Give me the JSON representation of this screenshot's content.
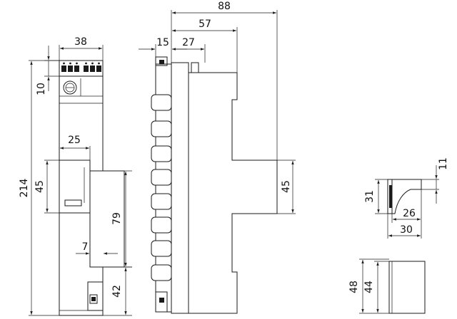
{
  "front_view": {
    "overall_height": "214",
    "width": "38",
    "top_section": "10",
    "window_width": "25",
    "window_height": "45",
    "side_height": "79",
    "side_offset": "7",
    "bottom_section": "42"
  },
  "side_view": {
    "overall_depth": "88",
    "depth_mid": "57",
    "depth_front": "27",
    "depth_rail": "15",
    "middle_height": "45"
  },
  "bracket_view": {
    "height": "31",
    "top_height": "11",
    "inner_width": "26",
    "outer_width": "30"
  },
  "cap_view": {
    "outer_height": "48",
    "inner_height": "44"
  }
}
